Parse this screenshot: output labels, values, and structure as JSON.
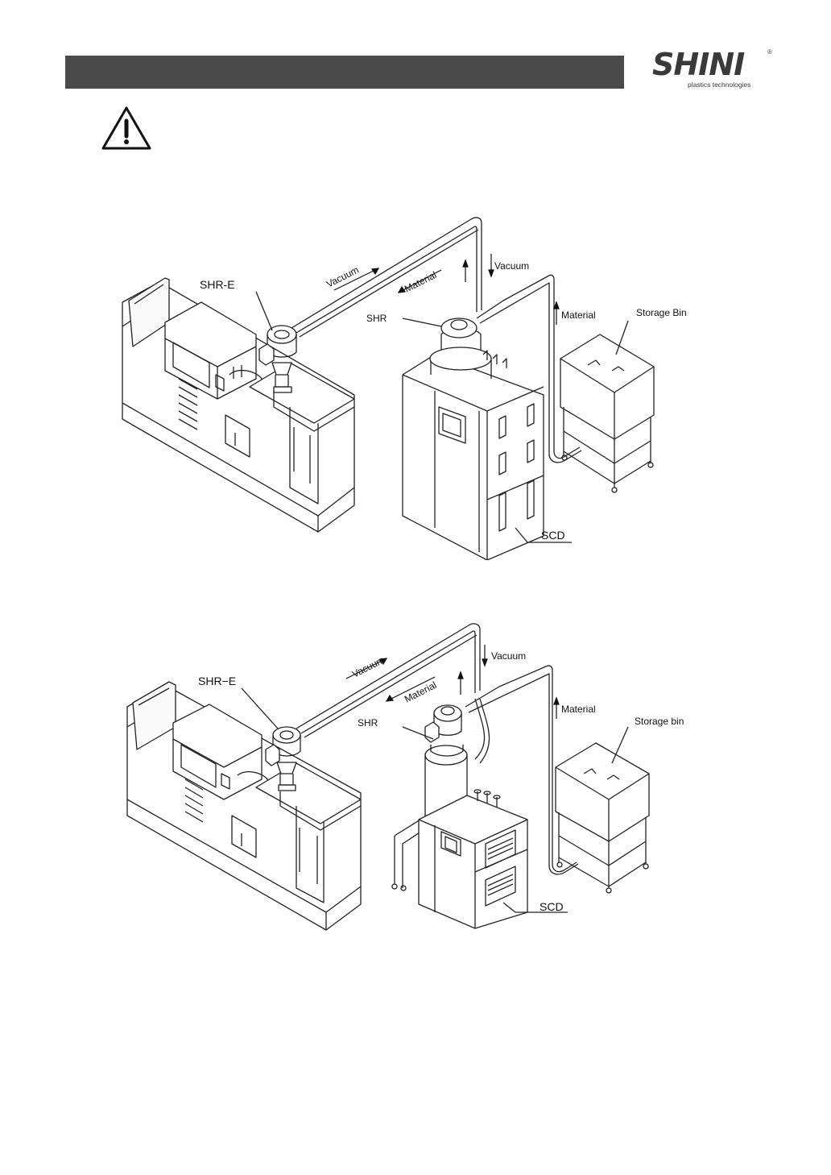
{
  "header": {
    "logo_text": "SHINI",
    "logo_tagline": "plastics technologies",
    "logo_registered": "®"
  },
  "warning": {
    "icon": "warning-triangle-icon"
  },
  "figure1": {
    "label_shr_e": "SHR-E",
    "label_vacuum_top": "Vacuum",
    "label_material_top": "Material",
    "label_vacuum_side": "Vacuum",
    "label_shr": "SHR",
    "label_material_side": "Material",
    "label_storage": "Storage Bin",
    "label_scd": "SCD"
  },
  "figure2": {
    "label_shr_e": "SHR−E",
    "label_vacuum_top": "Vacuum",
    "label_material_top": "Material",
    "label_vacuum_side": "Vacuum",
    "label_shr": "SHR",
    "label_material_side": "Material",
    "label_storage": "Storage bin",
    "label_scd": "SCD"
  }
}
